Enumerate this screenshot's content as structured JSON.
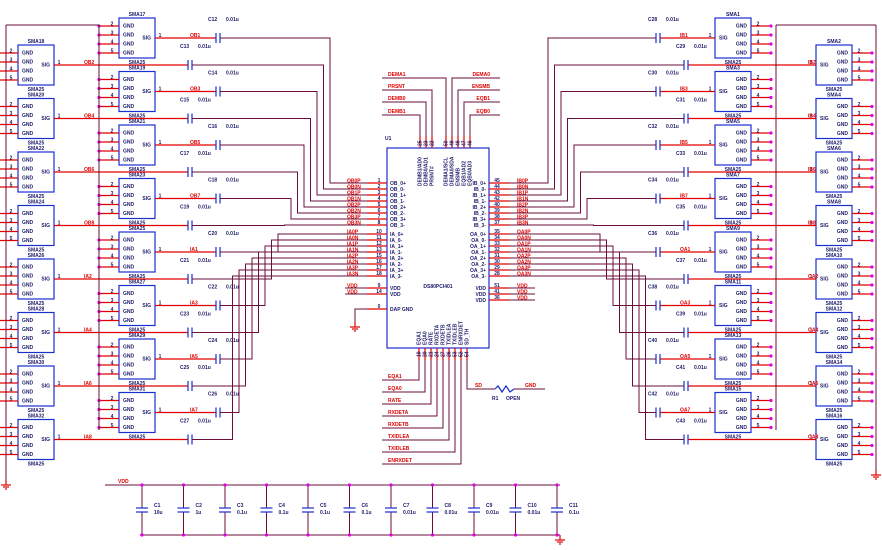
{
  "ic": {
    "ref": "U1",
    "part": "DS80PCI401",
    "left_pins": [
      {
        "num": "1",
        "name": "OB_0+",
        "net": "OB0P"
      },
      {
        "num": "2",
        "name": "OB_0-",
        "net": "OB0N"
      },
      {
        "num": "3",
        "name": "OB_1+",
        "net": "OB1P"
      },
      {
        "num": "4",
        "name": "OB_1-",
        "net": "OB1N"
      },
      {
        "num": "5",
        "name": "OB_2+",
        "net": "OB2P"
      },
      {
        "num": "6",
        "name": "OB_2-",
        "net": "OB2N"
      },
      {
        "num": "7",
        "name": "OB_3+",
        "net": "OB3P"
      },
      {
        "num": "8",
        "name": "OB_3-",
        "net": "OB3N"
      },
      {
        "num": "10",
        "name": "IA_0+",
        "net": "IA0P"
      },
      {
        "num": "11",
        "name": "IA_0-",
        "net": "IA0N"
      },
      {
        "num": "12",
        "name": "IA_1+",
        "net": "IA1P"
      },
      {
        "num": "13",
        "name": "IA_1-",
        "net": "IA1N"
      },
      {
        "num": "15",
        "name": "IA_2+",
        "net": "IA2P"
      },
      {
        "num": "16",
        "name": "IA_2-",
        "net": "IA2N"
      },
      {
        "num": "17",
        "name": "IA_3+",
        "net": "IA3P"
      },
      {
        "num": "18",
        "name": "IA_3-",
        "net": "IA3N"
      },
      {
        "num": "9",
        "name": "VDD",
        "net": "VDD"
      },
      {
        "num": "14",
        "name": "VDD",
        "net": "VDD"
      },
      {
        "num": "0",
        "name": "DAP GND",
        "net": ""
      }
    ],
    "right_pins": [
      {
        "num": "45",
        "name": "IB_0+",
        "net": "IB0P"
      },
      {
        "num": "44",
        "name": "IB_0-",
        "net": "IB0N"
      },
      {
        "num": "43",
        "name": "IB_1+",
        "net": "IB1P"
      },
      {
        "num": "42",
        "name": "IB_1-",
        "net": "IB1N"
      },
      {
        "num": "40",
        "name": "IB_2+",
        "net": "IB2P"
      },
      {
        "num": "39",
        "name": "IB_2-",
        "net": "IB2N"
      },
      {
        "num": "38",
        "name": "IB_3+",
        "net": "IB3P"
      },
      {
        "num": "37",
        "name": "IB_3-",
        "net": "IB3N"
      },
      {
        "num": "35",
        "name": "OA_0+",
        "net": "OA0P"
      },
      {
        "num": "34",
        "name": "OA_0-",
        "net": "OA0N"
      },
      {
        "num": "33",
        "name": "OA_1+",
        "net": "OA1P"
      },
      {
        "num": "32",
        "name": "OA_1-",
        "net": "OA1N"
      },
      {
        "num": "31",
        "name": "OA_2+",
        "net": "OA2P"
      },
      {
        "num": "30",
        "name": "OA_2-",
        "net": "OA2N"
      },
      {
        "num": "29",
        "name": "OA_3+",
        "net": "OA3P"
      },
      {
        "num": "28",
        "name": "OA_3-",
        "net": "OA3N"
      },
      {
        "num": "51",
        "name": "VDD",
        "net": "VDD"
      },
      {
        "num": "41",
        "name": "VDD",
        "net": "VDD"
      },
      {
        "num": "36",
        "name": "VDD",
        "net": "VDD"
      }
    ],
    "top_pins": [
      {
        "num": "25",
        "name": "DEMB1/AD0",
        "net": "DEMB1"
      },
      {
        "num": "23",
        "name": "DEMB0/AD1",
        "net": "DEMB0"
      },
      {
        "num": "22",
        "name": "PRSNT#",
        "net": "PRSNT"
      },
      {
        "num": "50",
        "name": "DEMA1/SCL",
        "net": "DEMA1"
      },
      {
        "num": "49",
        "name": "DEMA0/SDA",
        "net": "DEMA0"
      },
      {
        "num": "48",
        "name": "ENSMB",
        "net": "ENSMB"
      },
      {
        "num": "47",
        "name": "EQB1/AD2",
        "net": "EQB1"
      },
      {
        "num": "46",
        "name": "EQB0/AD3",
        "net": "EQB0"
      }
    ],
    "bottom_pins": [
      {
        "num": "19",
        "name": "EQA1",
        "net": "EQA1"
      },
      {
        "num": "20",
        "name": "EQA0",
        "net": "EQA0"
      },
      {
        "num": "21",
        "name": "RATE",
        "net": "RATE"
      },
      {
        "num": "24",
        "name": "RXDETA",
        "net": "RXDETA"
      },
      {
        "num": "27",
        "name": "RXDETB",
        "net": "RXDETB"
      },
      {
        "num": "26",
        "name": "TXIDLEA",
        "net": "TXIDLEA"
      },
      {
        "num": "53",
        "name": "TXIDLEB",
        "net": "TXIDLEB"
      },
      {
        "num": "52",
        "name": "ENRXDET",
        "net": "ENRXDET"
      },
      {
        "num": "54",
        "name": "SD_TH",
        "net": "SD"
      }
    ]
  },
  "top_nets_left": [
    "DEMA1",
    "PRSNT",
    "DEMB0",
    "DEMB1"
  ],
  "top_nets_right": [
    "DEMA0",
    "ENSMB",
    "EQB1",
    "EQB0"
  ],
  "bottom_nets": [
    "EQA1",
    "EQA0",
    "RATE",
    "RXDETA",
    "RXDETB",
    "TXIDLEA",
    "TXIDLEB",
    "ENRXDET"
  ],
  "resistor": {
    "ref": "R1",
    "value": "OPEN",
    "net_a": "SD",
    "net_b": "GND"
  },
  "sma_footprint": "SMA25",
  "sma_pin_labels": {
    "sig": "SIG",
    "gnd": "GND",
    "sig_pin": "1",
    "gnd_pins": [
      "2",
      "3",
      "4",
      "5"
    ]
  },
  "left_connectors": [
    {
      "ref": "SMA17",
      "net": "OB1",
      "cap": "C12",
      "val": "0.01u",
      "col": "inner"
    },
    {
      "ref": "SMA18",
      "net": "OB2",
      "cap": "C13",
      "val": "0.01u",
      "col": "outer"
    },
    {
      "ref": "SMA19",
      "net": "OB3",
      "cap": "C14",
      "val": "0.01u",
      "col": "inner"
    },
    {
      "ref": "SMA20",
      "net": "OB4",
      "cap": "C15",
      "val": "0.01u",
      "col": "outer"
    },
    {
      "ref": "SMA21",
      "net": "OB5",
      "cap": "C16",
      "val": "0.01u",
      "col": "inner"
    },
    {
      "ref": "SMA22",
      "net": "OB6",
      "cap": "C17",
      "val": "0.01u",
      "col": "outer"
    },
    {
      "ref": "SMA23",
      "net": "OB7",
      "cap": "C18",
      "val": "0.01u",
      "col": "inner"
    },
    {
      "ref": "SMA24",
      "net": "OB8",
      "cap": "C19",
      "val": "0.01u",
      "col": "outer"
    },
    {
      "ref": "SMA25",
      "net": "IA1",
      "cap": "C20",
      "val": "0.01u",
      "col": "inner"
    },
    {
      "ref": "SMA26",
      "net": "IA2",
      "cap": "C21",
      "val": "0.01u",
      "col": "outer"
    },
    {
      "ref": "SMA27",
      "net": "IA3",
      "cap": "C22",
      "val": "0.01u",
      "col": "inner"
    },
    {
      "ref": "SMA28",
      "net": "IA4",
      "cap": "C23",
      "val": "0.01u",
      "col": "outer"
    },
    {
      "ref": "SMA29",
      "net": "IA5",
      "cap": "C24",
      "val": "0.01u",
      "col": "inner"
    },
    {
      "ref": "SMA30",
      "net": "IA6",
      "cap": "C25",
      "val": "0.01u",
      "col": "outer"
    },
    {
      "ref": "SMA31",
      "net": "IA7",
      "cap": "C26",
      "val": "0.01u",
      "col": "inner"
    },
    {
      "ref": "SMA32",
      "net": "IA8",
      "cap": "C27",
      "val": "0.01u",
      "col": "outer"
    }
  ],
  "right_connectors": [
    {
      "ref": "SMA1",
      "net": "IB1",
      "cap": "C28",
      "val": "0.01u",
      "col": "inner"
    },
    {
      "ref": "SMA2",
      "net": "IB2",
      "cap": "C29",
      "val": "0.01u",
      "col": "outer"
    },
    {
      "ref": "SMA3",
      "net": "IB3",
      "cap": "C30",
      "val": "0.01u",
      "col": "inner"
    },
    {
      "ref": "SMA4",
      "net": "IB4",
      "cap": "C31",
      "val": "0.01u",
      "col": "outer"
    },
    {
      "ref": "SMA5",
      "net": "IB5",
      "cap": "C32",
      "val": "0.01u",
      "col": "inner"
    },
    {
      "ref": "SMA6",
      "net": "IB6",
      "cap": "C33",
      "val": "0.01u",
      "col": "outer"
    },
    {
      "ref": "SMA7",
      "net": "IB7",
      "cap": "C34",
      "val": "0.01u",
      "col": "inner"
    },
    {
      "ref": "SMA8",
      "net": "IB8",
      "cap": "C35",
      "val": "0.01u",
      "col": "outer"
    },
    {
      "ref": "SMA9",
      "net": "OA1",
      "cap": "C36",
      "val": "0.01u",
      "col": "inner"
    },
    {
      "ref": "SMA10",
      "net": "OA2",
      "cap": "C37",
      "val": "0.01u",
      "col": "outer"
    },
    {
      "ref": "SMA11",
      "net": "OA3",
      "cap": "C38",
      "val": "0.01u",
      "col": "inner"
    },
    {
      "ref": "SMA12",
      "net": "OA4",
      "cap": "C39",
      "val": "0.01u",
      "col": "outer"
    },
    {
      "ref": "SMA13",
      "net": "OA5",
      "cap": "C40",
      "val": "0.01u",
      "col": "inner"
    },
    {
      "ref": "SMA14",
      "net": "OA6",
      "cap": "C41",
      "val": "0.01u",
      "col": "outer"
    },
    {
      "ref": "SMA15",
      "net": "OA7",
      "cap": "C42",
      "val": "0.01u",
      "col": "inner"
    },
    {
      "ref": "SMA16",
      "net": "OA8",
      "cap": "C43",
      "val": "0.01u",
      "col": "outer"
    }
  ],
  "decoupling": {
    "net": "VDD",
    "caps": [
      {
        "ref": "C1",
        "val": "10u"
      },
      {
        "ref": "C2",
        "val": "1u"
      },
      {
        "ref": "C3",
        "val": "0.1u"
      },
      {
        "ref": "C4",
        "val": "0.1u"
      },
      {
        "ref": "C5",
        "val": "0.1u"
      },
      {
        "ref": "C6",
        "val": "0.1u"
      },
      {
        "ref": "C7",
        "val": "0.01u"
      },
      {
        "ref": "C8",
        "val": "0.01u"
      },
      {
        "ref": "C9",
        "val": "0.01u"
      },
      {
        "ref": "C10",
        "val": "0.01u"
      },
      {
        "ref": "C11",
        "val": "0.1u"
      }
    ]
  },
  "vdd_label": "VDD"
}
